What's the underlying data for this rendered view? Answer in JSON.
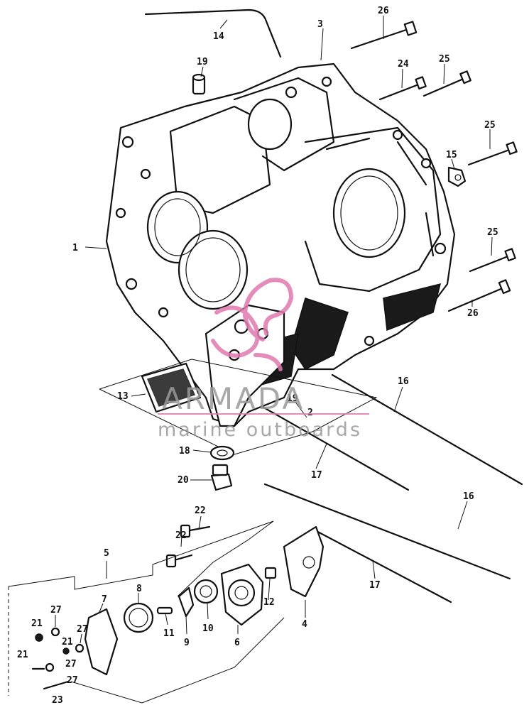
{
  "callouts": [
    "1",
    "2",
    "3",
    "4",
    "5",
    "6",
    "7",
    "8",
    "9",
    "10",
    "11",
    "12",
    "13",
    "14",
    "15",
    "16",
    "16",
    "17",
    "17",
    "18",
    "19",
    "19",
    "20",
    "21",
    "21",
    "21",
    "22",
    "22",
    "23",
    "24",
    "25",
    "25",
    "25",
    "26",
    "26",
    "27",
    "27",
    "27",
    "27"
  ],
  "watermark": {
    "title": "ARMADA",
    "subtitle": "marine outboards",
    "color": "#e07ab0"
  }
}
